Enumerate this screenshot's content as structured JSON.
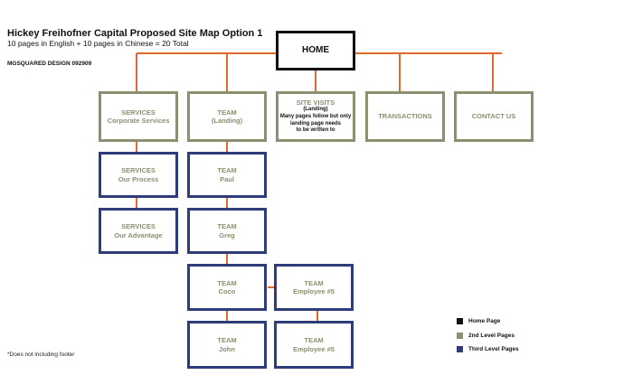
{
  "header": {
    "title": "Hickey Freihofner Capital Proposed Site Map Option 1",
    "subtitle": "10 pages in English + 10 pages in Chinese = 20 Total",
    "credit": "MGSQUARED DESIGN 092909"
  },
  "footnote": "*Does not including footer",
  "colors": {
    "connector": "#e06a2e",
    "home_border": "#111111",
    "level2": "#8a9070",
    "level3": "#2e3c7a"
  },
  "nodes": {
    "home": {
      "label": "HOME"
    },
    "services": {
      "line1": "SERVICES",
      "line2": "Corporate Services"
    },
    "team": {
      "line1": "TEAM",
      "line2": "(Landing)"
    },
    "site_visits": {
      "line1": "SITE VISITS",
      "line2": "(Landing)",
      "note1": "Many pages follow but only",
      "note2": "landing page needs",
      "note3": "to be written to"
    },
    "transactions": {
      "label": "TRANSACTIONS"
    },
    "contact": {
      "label": "CONTACT US"
    },
    "services_process": {
      "line1": "SERVICES",
      "line2": "Our Process"
    },
    "services_advantage": {
      "line1": "SERVICES",
      "line2": "Our Advantage"
    },
    "team_paul": {
      "line1": "TEAM",
      "line2": "Paul"
    },
    "team_greg": {
      "line1": "TEAM",
      "line2": "Greg"
    },
    "team_coco": {
      "line1": "TEAM",
      "line2": "Coco"
    },
    "team_john": {
      "line1": "TEAM",
      "line2": "John"
    },
    "team_emp5_a": {
      "line1": "TEAM",
      "line2": "Employee #5"
    },
    "team_emp5_b": {
      "line1": "TEAM",
      "line2": "Employee #5"
    }
  },
  "legend": [
    {
      "label": "Home Page",
      "color": "#111111"
    },
    {
      "label": "2nd Level Pages",
      "color": "#8a9070"
    },
    {
      "label": "Third Level Pages",
      "color": "#2e3c7a"
    }
  ]
}
